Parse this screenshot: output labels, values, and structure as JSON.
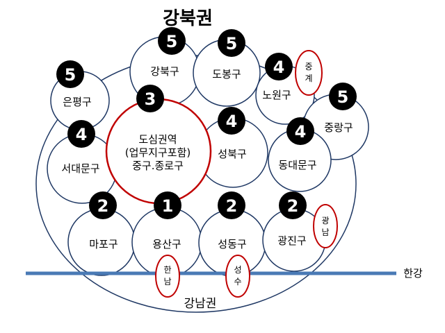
{
  "title": "강북권",
  "bottom_label": "강남권",
  "river_label": "한강",
  "colors": {
    "circle_stroke": "#1f3864",
    "highlight_stroke": "#c00000",
    "badge_fill": "#000000",
    "river": "#4a7ab5"
  },
  "districts": [
    {
      "id": "gangbuk",
      "name": "강북구",
      "rank": "5"
    },
    {
      "id": "dobong",
      "name": "도봉구",
      "rank": "5"
    },
    {
      "id": "nowon",
      "name": "노원구",
      "rank": "4"
    },
    {
      "id": "eunpyeong",
      "name": "은평구",
      "rank": "5"
    },
    {
      "id": "jungnang",
      "name": "중랑구",
      "rank": "5"
    },
    {
      "id": "downtown",
      "name_lines": [
        "도심권역",
        "(업무지구포함)",
        "중구.종로구"
      ],
      "rank": "3"
    },
    {
      "id": "seodaemun",
      "name": "서대문구",
      "rank": "4"
    },
    {
      "id": "seongbuk",
      "name": "성북구",
      "rank": "4"
    },
    {
      "id": "dongdaemun",
      "name": "동대문구",
      "rank": "4"
    },
    {
      "id": "mapo",
      "name": "마포구",
      "rank": "2"
    },
    {
      "id": "yongsan",
      "name": "용산구",
      "rank": "1"
    },
    {
      "id": "seongdong",
      "name": "성동구",
      "rank": "2"
    },
    {
      "id": "gwangjin",
      "name": "광진구",
      "rank": "2"
    }
  ],
  "sub_areas": [
    {
      "id": "junggye",
      "chars": [
        "중",
        "계"
      ]
    },
    {
      "id": "gwangnam",
      "chars": [
        "광",
        "남"
      ]
    },
    {
      "id": "hannam",
      "chars": [
        "한",
        "남"
      ]
    },
    {
      "id": "seongsu",
      "chars": [
        "성",
        "수"
      ]
    }
  ]
}
